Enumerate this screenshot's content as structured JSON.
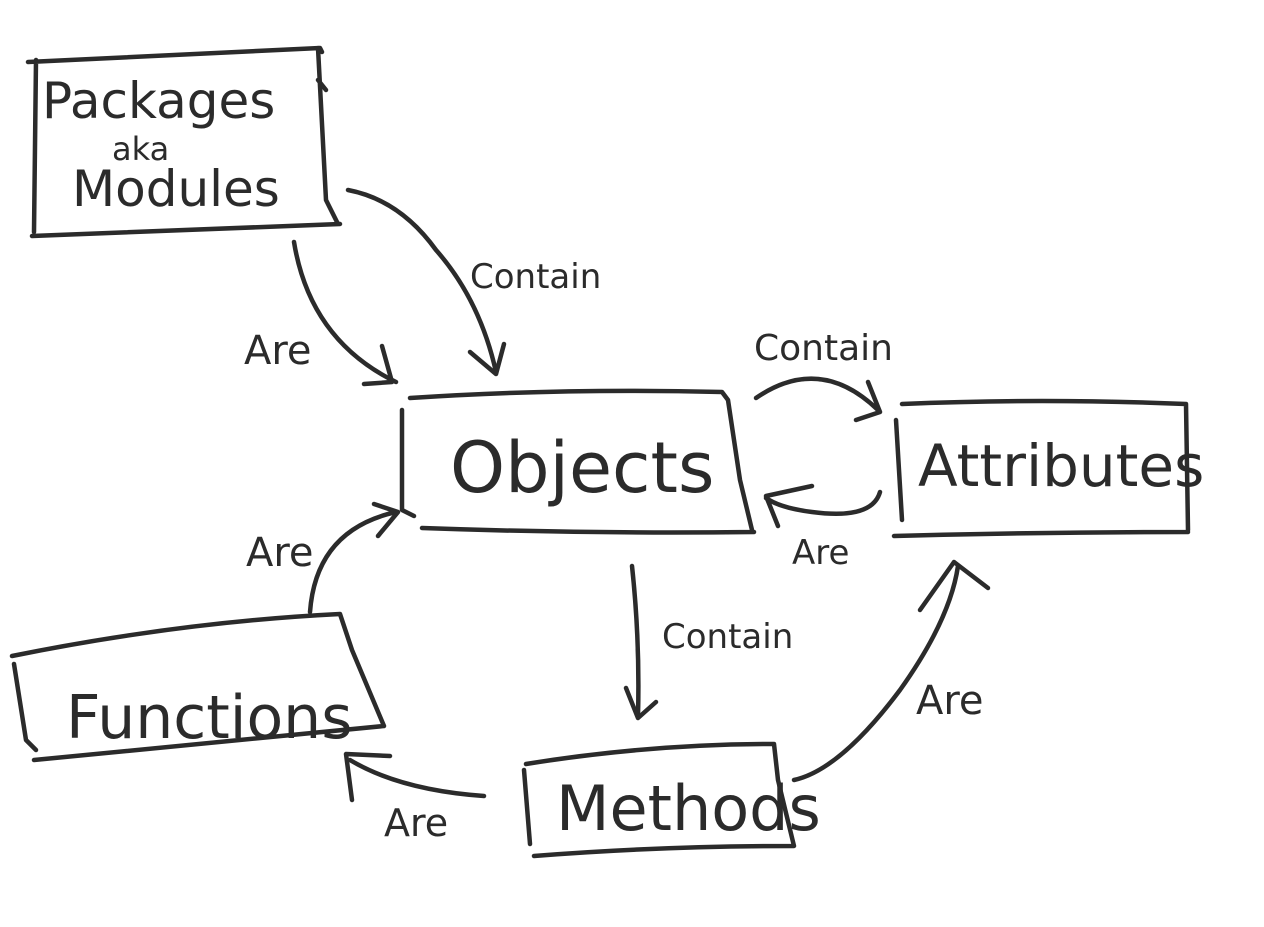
{
  "diagram": {
    "colors": {
      "ink": "#2b2b2b",
      "background": "#ffffff"
    },
    "nodes": [
      {
        "id": "packages",
        "line1": "Packages",
        "line2": "aka",
        "line3": "Modules"
      },
      {
        "id": "objects",
        "label": "Objects"
      },
      {
        "id": "attributes",
        "label": "Attributes"
      },
      {
        "id": "functions",
        "label": "Functions"
      },
      {
        "id": "methods",
        "label": "Methods"
      }
    ],
    "edges": [
      {
        "id": "packages-are-objects",
        "from": "packages",
        "to": "objects",
        "label": "Are"
      },
      {
        "id": "packages-contain-objects",
        "from": "packages",
        "to": "objects",
        "label": "Contain"
      },
      {
        "id": "objects-contain-attributes",
        "from": "objects",
        "to": "attributes",
        "label": "Contain"
      },
      {
        "id": "attributes-are-objects",
        "from": "attributes",
        "to": "objects",
        "label": "Are"
      },
      {
        "id": "functions-are-objects",
        "from": "functions",
        "to": "objects",
        "label": "Are"
      },
      {
        "id": "objects-contain-methods",
        "from": "objects",
        "to": "methods",
        "label": "Contain"
      },
      {
        "id": "methods-are-attributes",
        "from": "methods",
        "to": "attributes",
        "label": "Are"
      },
      {
        "id": "methods-are-functions",
        "from": "methods",
        "to": "functions",
        "label": "Are"
      }
    ]
  }
}
